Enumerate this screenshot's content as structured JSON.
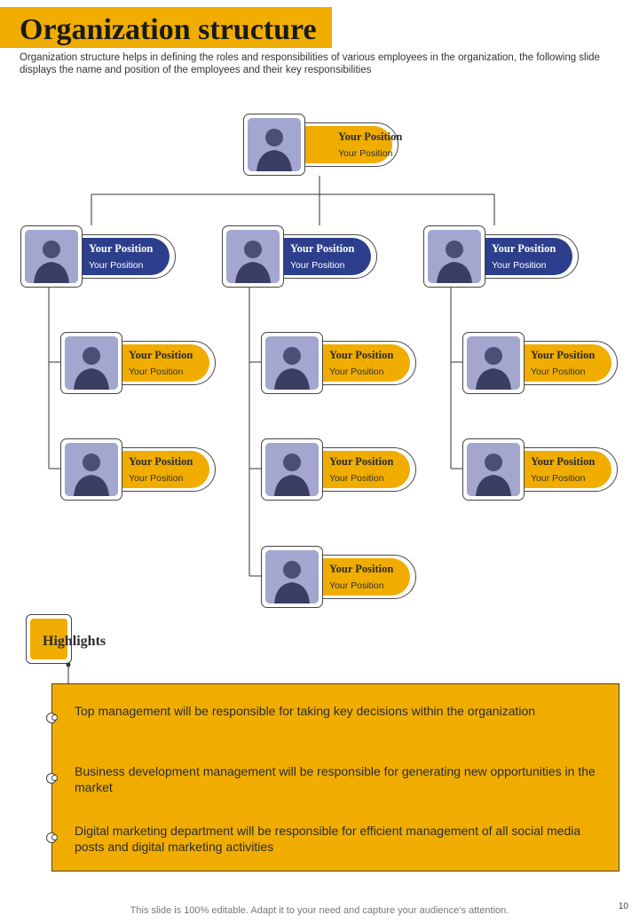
{
  "header": {
    "title": "Organization structure",
    "subtitle": "Organization structure helps in defining the roles and responsibilities of various employees in the organization, the following slide displays the name and position of the employees and their key responsibilities"
  },
  "colors": {
    "accent_yellow": "#f0ad00",
    "accent_navy": "#2c3e8c",
    "photo_tint": "#8f93c4"
  },
  "org_chart": {
    "top": {
      "title": "Your Position",
      "subtitle": "Your Position",
      "photo_icon": "person-photo"
    },
    "managers": [
      {
        "title": "Your Position",
        "subtitle": "Your Position",
        "reports": [
          {
            "title": "Your Position",
            "subtitle": "Your Position"
          },
          {
            "title": "Your Position",
            "subtitle": "Your Position"
          }
        ]
      },
      {
        "title": "Your Position",
        "subtitle": "Your Position",
        "reports": [
          {
            "title": "Your Position",
            "subtitle": "Your Position"
          },
          {
            "title": "Your Position",
            "subtitle": "Your Position"
          },
          {
            "title": "Your Position",
            "subtitle": "Your Position"
          }
        ]
      },
      {
        "title": "Your Position",
        "subtitle": "Your Position",
        "reports": [
          {
            "title": "Your Position",
            "subtitle": "Your Position"
          },
          {
            "title": "Your Position",
            "subtitle": "Your Position"
          }
        ]
      }
    ]
  },
  "highlights": {
    "label": "Highlights",
    "items": [
      "Top management will be responsible for taking key decisions within the organization",
      "Business development management will be responsible for generating new opportunities in the market",
      "Digital marketing department will be responsible for efficient management of all social media posts and digital marketing activities"
    ]
  },
  "footer": {
    "note": "This slide is 100% editable. Adapt it to your need and capture your audience’s attention.",
    "page_number": "10"
  }
}
